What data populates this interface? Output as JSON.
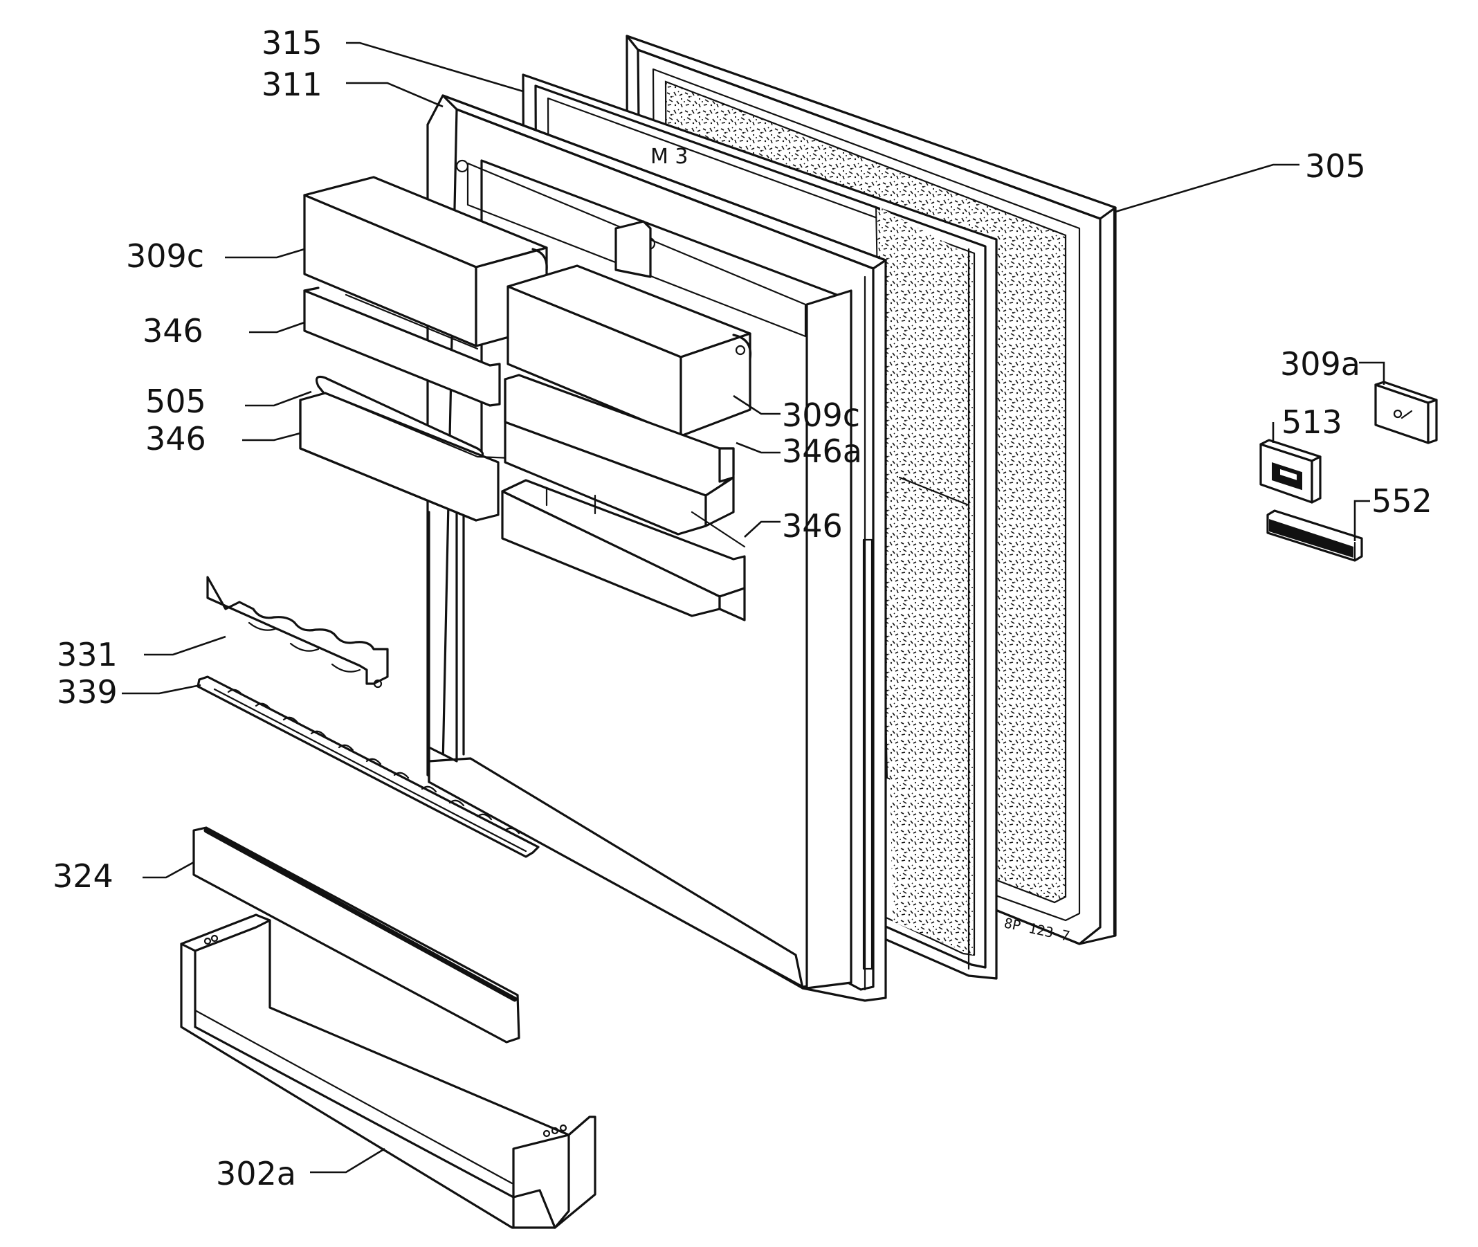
{
  "diagram": {
    "drawing_code": "8P 123 7",
    "door_marking": "M 3",
    "labels": [
      {
        "id": "315",
        "text": "315"
      },
      {
        "id": "311",
        "text": "311"
      },
      {
        "id": "305",
        "text": "305"
      },
      {
        "id": "309c-left",
        "text": "309c"
      },
      {
        "id": "346-a",
        "text": "346"
      },
      {
        "id": "505",
        "text": "505"
      },
      {
        "id": "346-b",
        "text": "346"
      },
      {
        "id": "309c-right",
        "text": "309c"
      },
      {
        "id": "346a",
        "text": "346a"
      },
      {
        "id": "346-c",
        "text": "346"
      },
      {
        "id": "309a",
        "text": "309a"
      },
      {
        "id": "513",
        "text": "513"
      },
      {
        "id": "552",
        "text": "552"
      },
      {
        "id": "331",
        "text": "331"
      },
      {
        "id": "339",
        "text": "339"
      },
      {
        "id": "324",
        "text": "324"
      },
      {
        "id": "302a",
        "text": "302a"
      }
    ]
  }
}
